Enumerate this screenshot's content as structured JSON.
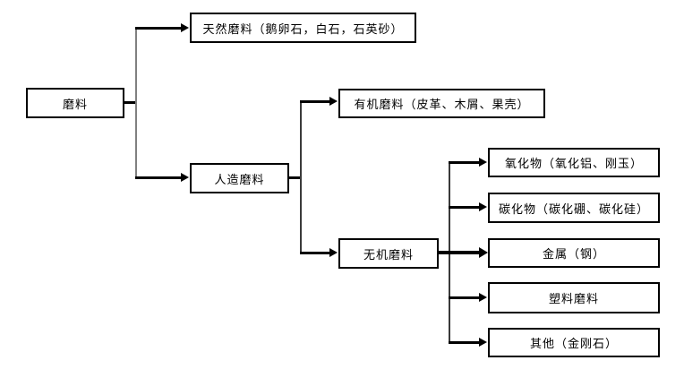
{
  "diagram": {
    "background": "#ffffff",
    "line_color": "#000000",
    "connector_gray": "#808080",
    "text_color": "#000000",
    "nodes": {
      "root": {
        "label": "磨料"
      },
      "natural": {
        "label": "天然磨料（鹅卵石，白石，石英砂）"
      },
      "artificial": {
        "label": "人造磨料"
      },
      "organic": {
        "label": "有机磨料（皮革、木屑、果壳）"
      },
      "inorganic": {
        "label": "无机磨料"
      },
      "oxide": {
        "label": "氧化物（氧化铝、刚玉）"
      },
      "carbide": {
        "label": "碳化物（碳化硼、碳化硅）"
      },
      "metal": {
        "label": "金属（钢）"
      },
      "plastic": {
        "label": "塑料磨料"
      },
      "other": {
        "label": "其他（金刚石）"
      }
    },
    "edges": [
      {
        "from": "磨料",
        "to": "天然磨料（鹅卵石，白石，石英砂）"
      },
      {
        "from": "磨料",
        "to": "人造磨料"
      },
      {
        "from": "人造磨料",
        "to": "有机磨料（皮革、木屑、果壳）"
      },
      {
        "from": "人造磨料",
        "to": "无机磨料"
      },
      {
        "from": "无机磨料",
        "to": "氧化物（氧化铝、刚玉）"
      },
      {
        "from": "无机磨料",
        "to": "碳化物（碳化硼、碳化硅）"
      },
      {
        "from": "无机磨料",
        "to": "金属（钢）"
      },
      {
        "from": "无机磨料",
        "to": "塑料磨料"
      },
      {
        "from": "无机磨料",
        "to": "其他（金刚石）"
      }
    ]
  }
}
